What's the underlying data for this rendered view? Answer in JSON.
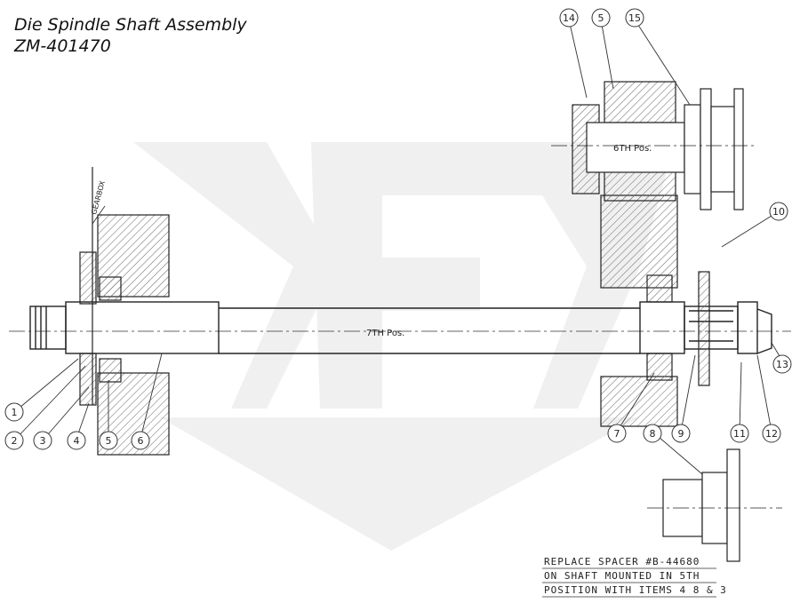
{
  "title": "Die Spindle Shaft Assembly",
  "part_number": "ZM-401470",
  "labels": {
    "gearbox": "GEARBOX",
    "centerline_main": "7TH Pos.",
    "centerline_upper": "6TH Pos."
  },
  "callouts": [
    "1",
    "2",
    "3",
    "4",
    "5",
    "6",
    "7",
    "8",
    "9",
    "10",
    "11",
    "12",
    "13",
    "14",
    "5",
    "15"
  ],
  "note_lines": [
    "REPLACE SPACER #B-44680",
    "ON SHAFT MOUNTED IN 5TH",
    "POSITION WITH ITEMS 4 8 & 3"
  ],
  "colors": {
    "line": "#222222",
    "hatch": "#555555",
    "watermark": "#efefef"
  }
}
